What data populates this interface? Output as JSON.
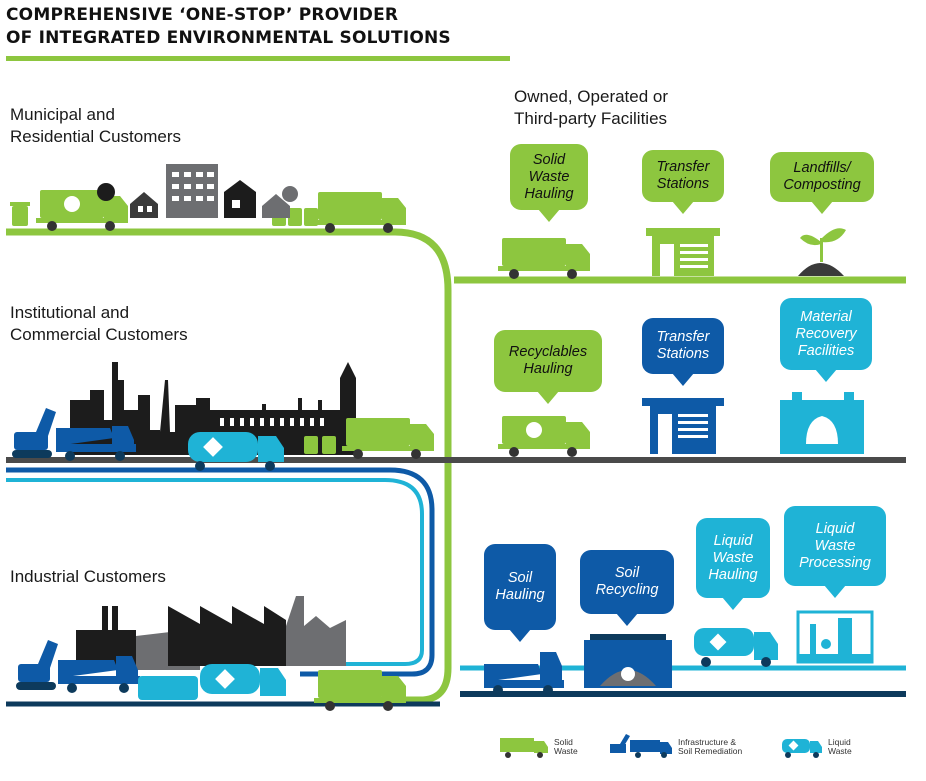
{
  "title": {
    "line1": "COMPREHENSIVE ‘ONE-STOP’ PROVIDER",
    "line2": "OF INTEGRATED ENVIRONMENTAL SOLUTIONS"
  },
  "colors": {
    "green": "#8dc63f",
    "blue": "#0e5aa7",
    "cyan": "#1fb3d6",
    "dark": "#1c1c1c",
    "grey": "#6d6e71",
    "navy": "#0d3a5c"
  },
  "customers": {
    "municipal": {
      "line1": "Municipal and",
      "line2": "Residential Customers"
    },
    "institutional": {
      "line1": "Institutional and",
      "line2": "Commercial Customers"
    },
    "industrial": {
      "line1": "Industrial Customers"
    }
  },
  "facilities_heading": {
    "line1": "Owned, Operated or",
    "line2": "Third-party Facilities"
  },
  "bubbles": {
    "solid_waste_hauling": {
      "l1": "Solid",
      "l2": "Waste",
      "l3": "Hauling"
    },
    "transfer_stations_green": {
      "l1": "Transfer",
      "l2": "Stations"
    },
    "landfills": {
      "l1": "Landfills/",
      "l2": "Composting"
    },
    "recyclables_hauling": {
      "l1": "Recyclables",
      "l2": "Hauling"
    },
    "transfer_stations_blue": {
      "l1": "Transfer",
      "l2": "Stations"
    },
    "material_recovery": {
      "l1": "Material",
      "l2": "Recovery",
      "l3": "Facilities"
    },
    "soil_hauling": {
      "l1": "Soil",
      "l2": "Hauling"
    },
    "soil_recycling": {
      "l1": "Soil",
      "l2": "Recycling"
    },
    "liquid_waste_hauling": {
      "l1": "Liquid",
      "l2": "Waste",
      "l3": "Hauling"
    },
    "liquid_waste_processing": {
      "l1": "Liquid",
      "l2": "Waste",
      "l3": "Processing"
    }
  },
  "legend": {
    "solid": {
      "l1": "Solid",
      "l2": "Waste"
    },
    "infra": {
      "l1": "Infrastructure &",
      "l2": "Soil Remediation"
    },
    "liquid": {
      "l1": "Liquid",
      "l2": "Waste"
    }
  },
  "icons": [
    "garbage-truck-icon",
    "recycle-bin-icon",
    "building-icon",
    "house-icon",
    "excavator-icon",
    "dump-truck-icon",
    "tanker-truck-icon",
    "transfer-station-icon",
    "sprout-icon",
    "recovery-facility-icon",
    "soil-recycling-icon",
    "processing-plant-icon",
    "factory-icon",
    "city-skyline-icon"
  ]
}
